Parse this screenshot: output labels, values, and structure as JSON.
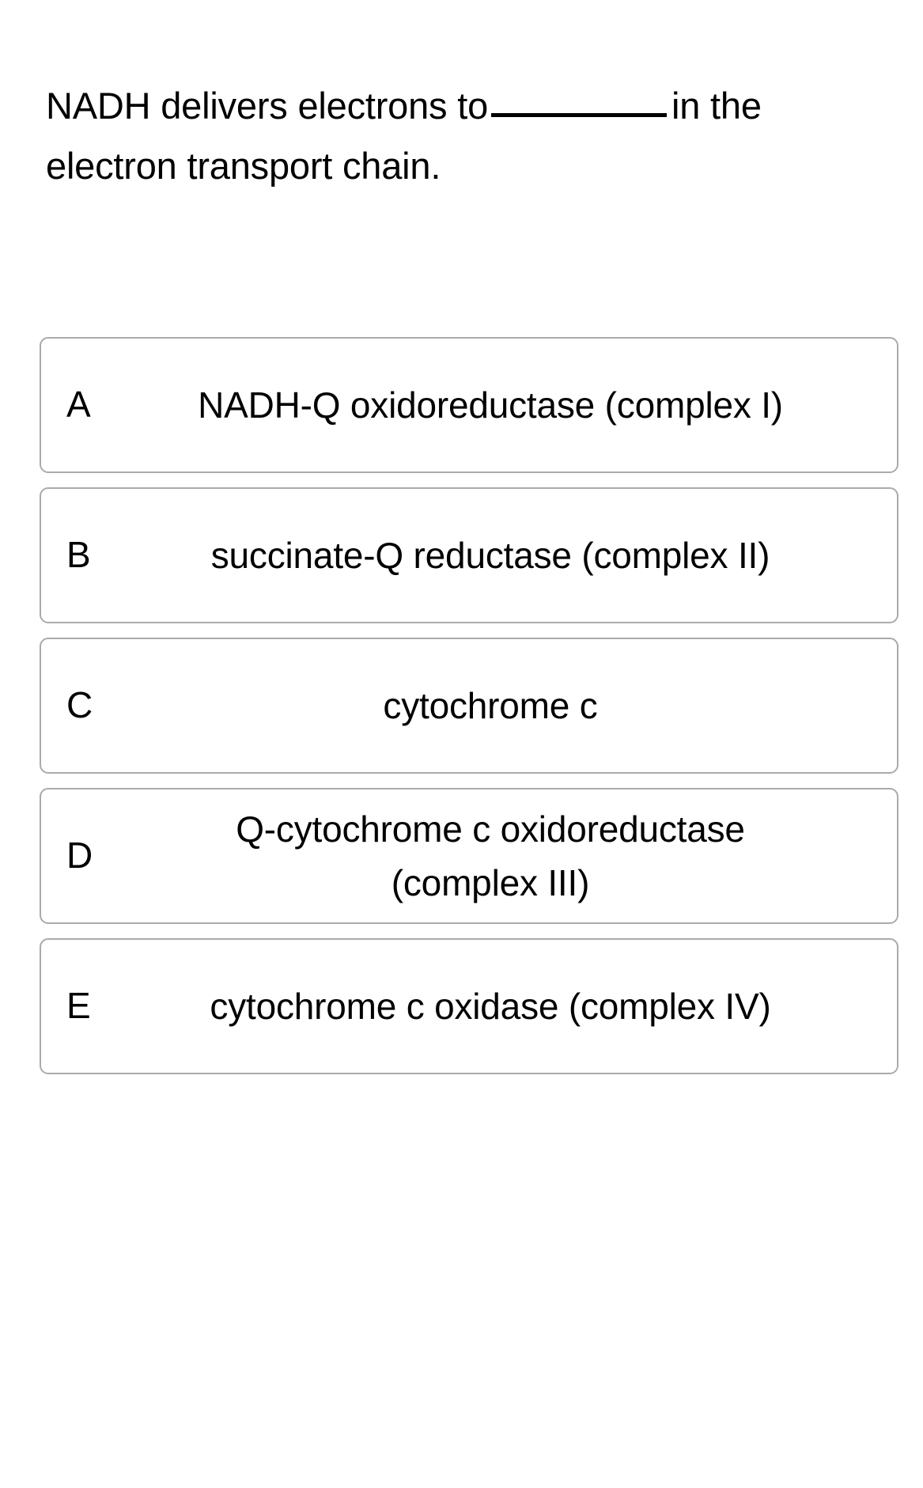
{
  "question": {
    "text_before_blank": "NADH delivers electrons to",
    "blank": "________",
    "text_after_blank": "in the electron transport chain.",
    "full_text": "NADH delivers electrons to ________ in the electron transport chain."
  },
  "options": [
    {
      "letter": "A",
      "text": "NADH-Q oxidoreductase (complex I)",
      "line1": "NADH-Q oxidoreductase (complex I)",
      "line2": ""
    },
    {
      "letter": "B",
      "text": "succinate-Q reductase (complex II)",
      "line1": "succinate-Q reductase (complex II)",
      "line2": ""
    },
    {
      "letter": "C",
      "text": "cytochrome c",
      "line1": "cytochrome c",
      "line2": ""
    },
    {
      "letter": "D",
      "text": "Q-cytochrome c oxidoreductase (complex III)",
      "line1": "Q-cytochrome c oxidoreductase",
      "line2": "(complex III)"
    },
    {
      "letter": "E",
      "text": "cytochrome c oxidase (complex IV)",
      "line1": "cytochrome c oxidase (complex IV)",
      "line2": ""
    }
  ],
  "colors": {
    "background": "#ffffff",
    "text": "#000000",
    "option_border": "#a7abb0"
  }
}
